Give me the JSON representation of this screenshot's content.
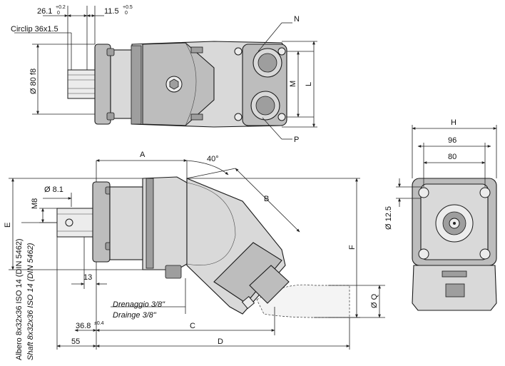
{
  "dimensions": {
    "top_shaft_len": "26.1",
    "top_shaft_tol_upper": "+0.2",
    "top_shaft_tol_lower": "0",
    "top_flange_len": "11.5",
    "top_flange_tol_upper": "+0.5",
    "top_flange_tol_lower": "0",
    "circlip": "Circlip 36x1.5",
    "pilot_dia": "Ø 80 f8",
    "label_n": "N",
    "label_m": "M",
    "label_l": "L",
    "label_p": "P",
    "label_a": "A",
    "angle": "40°",
    "label_b": "B",
    "hole_dia": "Ø 8.1",
    "thread_m8": "M8",
    "label_e": "E",
    "label_f": "F",
    "label_13": "13",
    "label_36_8": "36.8",
    "tol_36_8": "±0.4",
    "label_55": "55",
    "label_c": "C",
    "label_d": "D",
    "label_q": "Ø Q",
    "label_h": "H",
    "label_96": "96",
    "label_80": "80",
    "label_12_5": "Ø 12.5"
  },
  "notes": {
    "drain_it": "Drenaggio 3/8\"",
    "drain_en": "Drainge 3/8\"",
    "shaft_it": "Albero 8x32x36 ISO 14 (DIN 5462)",
    "shaft_en": "Shaft 8x32x36 ISO 14 (DIN 5462)"
  }
}
